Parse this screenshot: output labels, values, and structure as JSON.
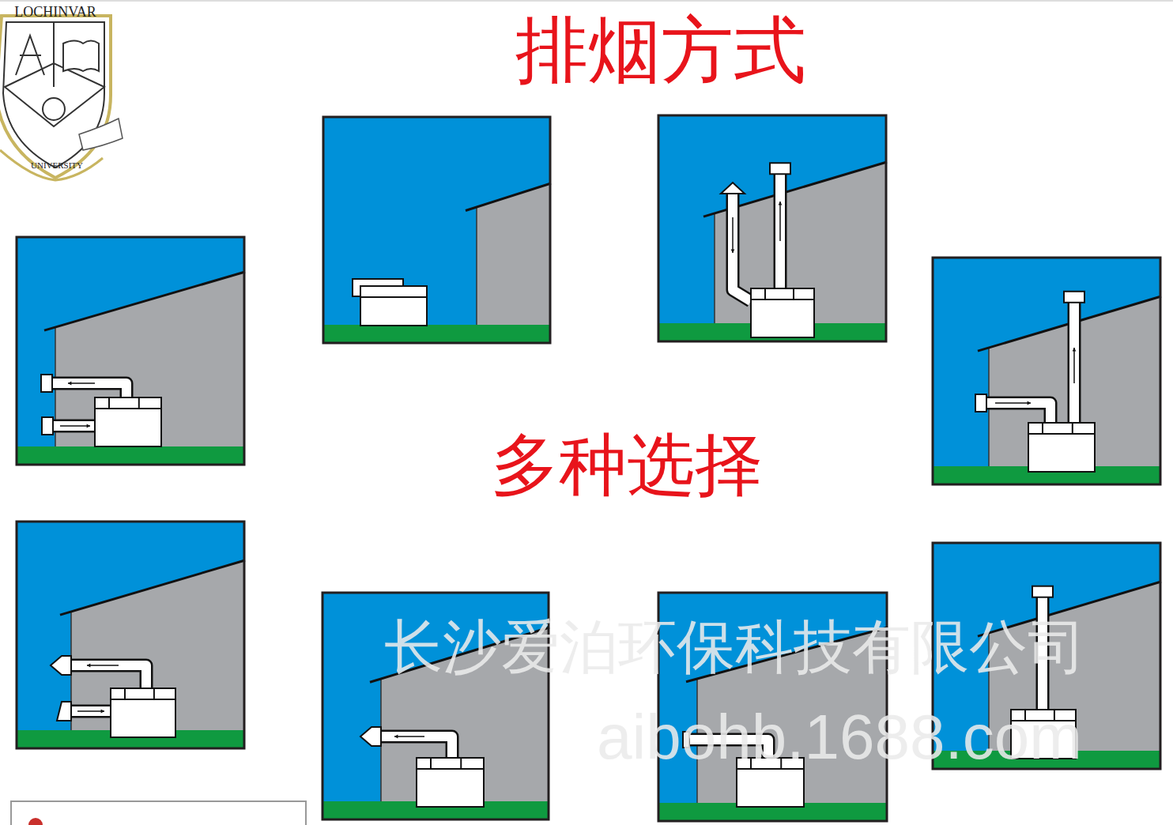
{
  "diagram": {
    "title": "排烟方式",
    "labels": [
      "多种选择",
      "长沙爱泊环保科技有限公司",
      "aibohb.1688.com",
      "LOCHINVAR",
      "UNIVERSITY"
    ]
  }
}
